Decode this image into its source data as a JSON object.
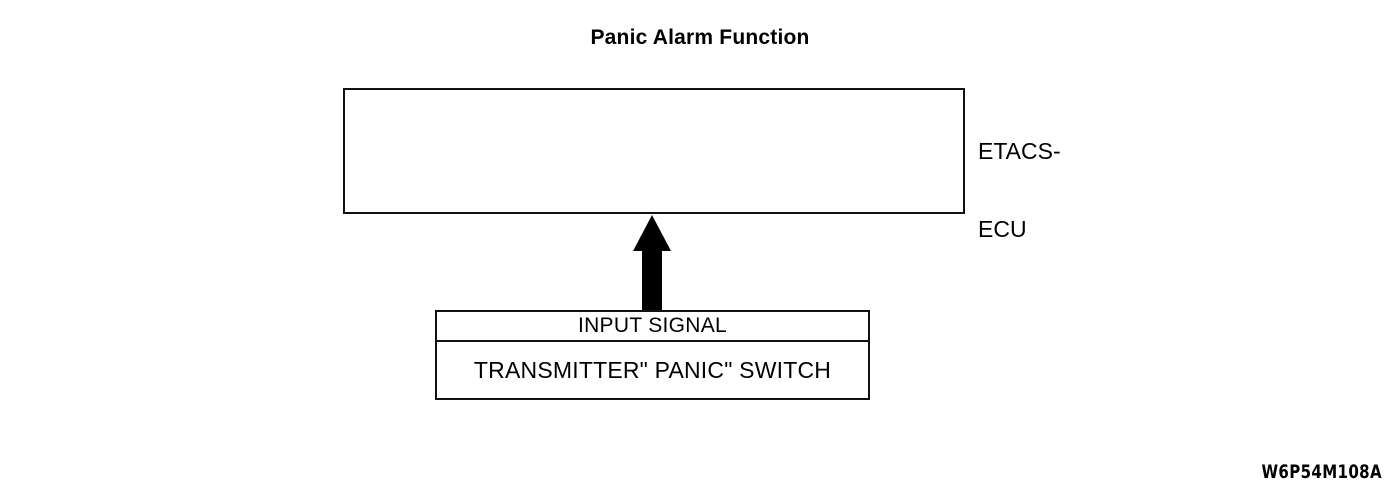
{
  "diagram": {
    "title": "Panic Alarm Function",
    "reference_code": "W6P54M108A",
    "colors": {
      "stroke": "#111111",
      "fill": "#ffffff",
      "arrow": "#000000",
      "text": "#000000"
    },
    "ecu": {
      "label_line1": "ETACS-",
      "label_line2": "ECU",
      "contents": ""
    },
    "arrow": {
      "direction": "up",
      "label": "input-signal-flow"
    },
    "source": {
      "header": "INPUT SIGNAL",
      "body": "TRANSMITTER\" PANIC\" SWITCH"
    }
  }
}
